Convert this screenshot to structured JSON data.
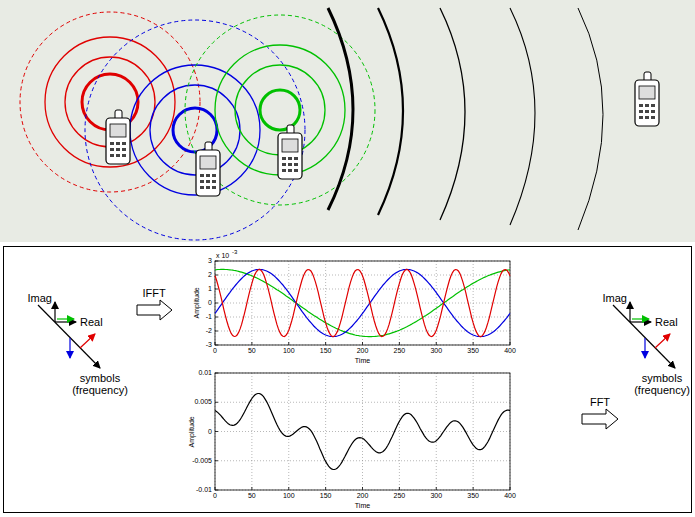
{
  "diagram": {
    "labels": [
      "Imag",
      "Real",
      "symbols (frequency)",
      "IFFT",
      "x 10",
      "-3",
      "3",
      "2",
      "1",
      "0",
      "-1",
      "-2",
      "-3",
      "0",
      "50",
      "100",
      "150",
      "200",
      "250",
      "300",
      "350",
      "400",
      "Time",
      "Amplitude",
      "0.01",
      "0.005",
      "0",
      "-0.005",
      "-0.01",
      "0",
      "50",
      "100",
      "150",
      "200",
      "250",
      "300",
      "350",
      "400",
      "Time",
      "Amplitude",
      "FFT",
      "Imag",
      "Real",
      "symbols (frequency)"
    ]
  }
}
